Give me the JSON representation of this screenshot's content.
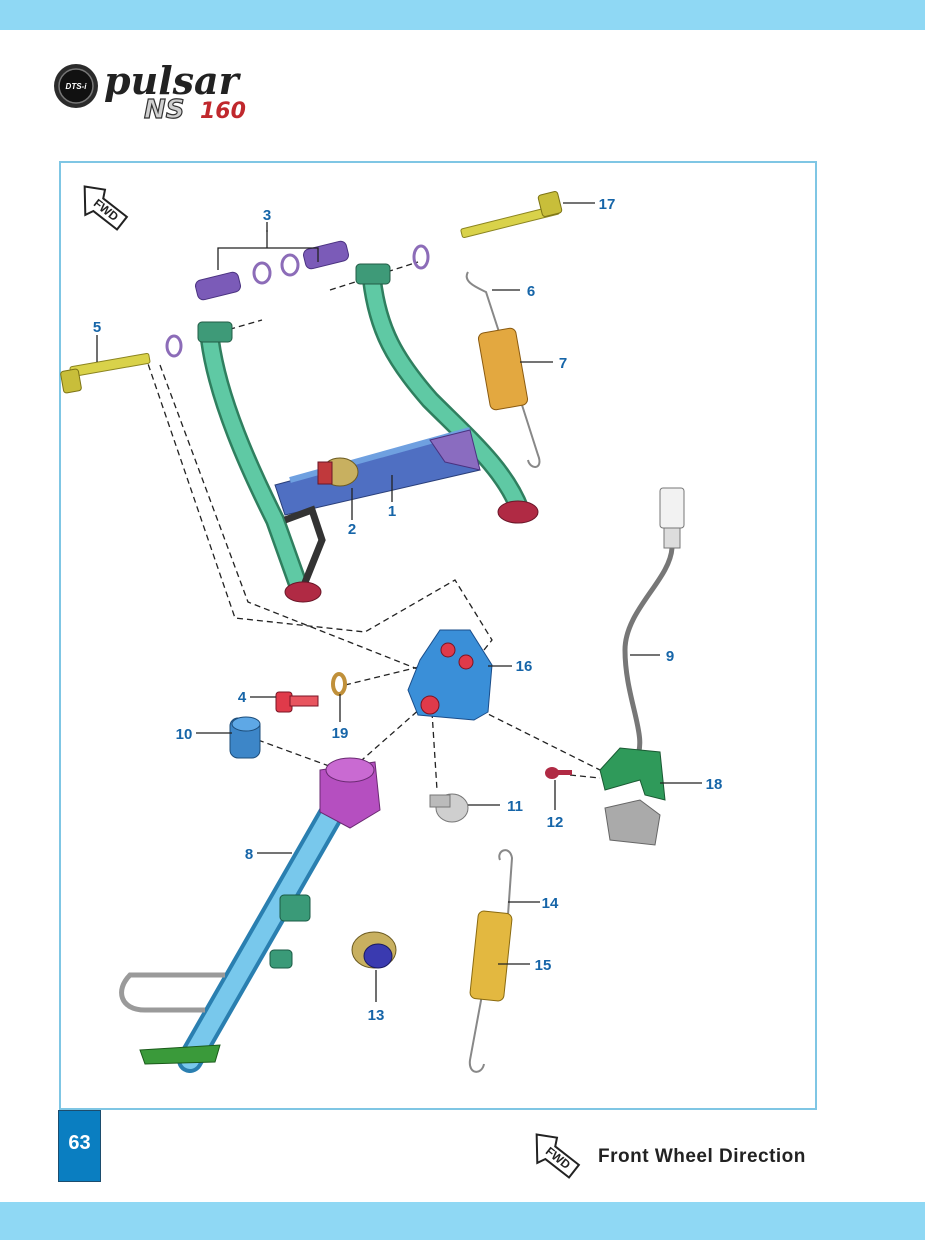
{
  "brand": {
    "badge": "DTS-i",
    "name": "pulsar",
    "model_letters": "NS",
    "model_number": "160"
  },
  "fwd_label": "FWD",
  "footer": {
    "page_number": "63",
    "legend": "Front Wheel Direction"
  },
  "callouts": [
    "1",
    "2",
    "3",
    "4",
    "5",
    "6",
    "7",
    "8",
    "9",
    "10",
    "11",
    "12",
    "13",
    "14",
    "15",
    "16",
    "17",
    "18",
    "19"
  ],
  "colors": {
    "band": "#8fd8f4",
    "frame": "#7fc6e4",
    "callout": "#1665a8",
    "page_tab": "#0a7ec1"
  }
}
